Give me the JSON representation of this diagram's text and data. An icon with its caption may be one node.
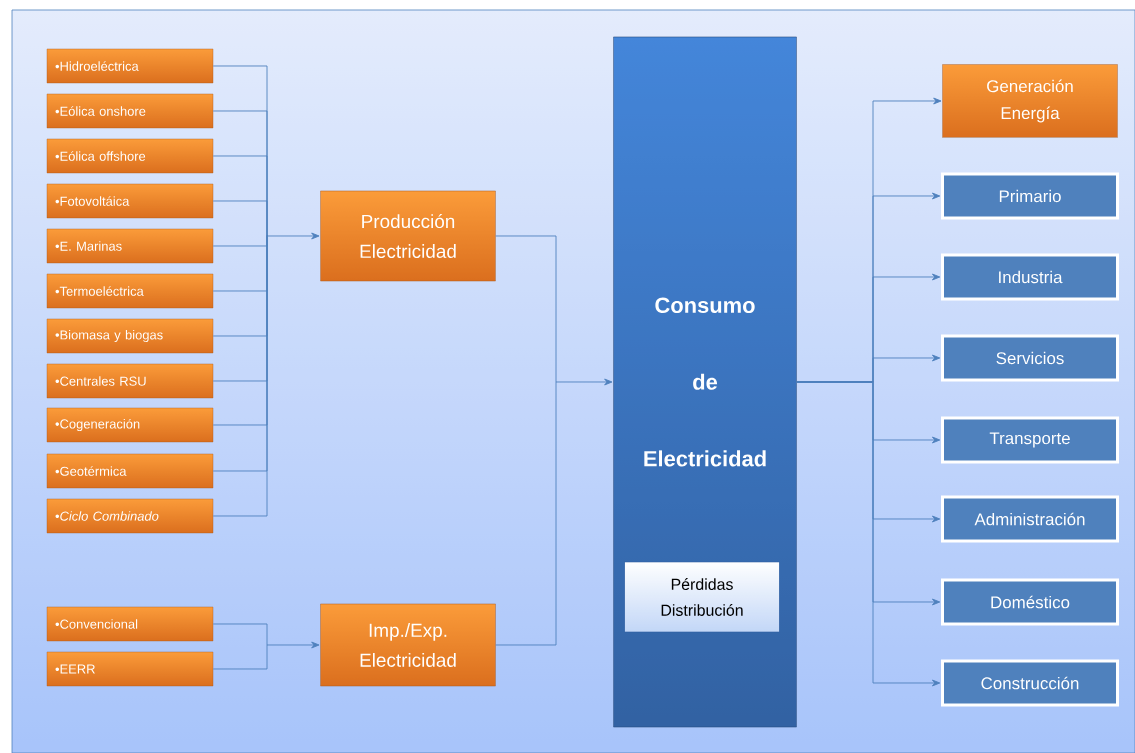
{
  "diagram": {
    "nodes": [
      {
        "text": [
          "•Hidroeléctrica"
        ]
      },
      {
        "text": [
          "•Eólica onshore"
        ]
      },
      {
        "text": [
          "•Eólica offshore"
        ]
      },
      {
        "text": [
          "•Fotovoltáica"
        ]
      },
      {
        "text": [
          "•E. Marinas"
        ]
      },
      {
        "text": [
          "•Termoeléctrica"
        ]
      },
      {
        "text": [
          "•Biomasa y biogas"
        ]
      },
      {
        "text": [
          "•Centrales RSU"
        ]
      },
      {
        "text": [
          "•Cogeneración"
        ]
      },
      {
        "text": [
          "•Geotérmica"
        ]
      },
      {
        "text": [
          "•*Ciclo Combinado*"
        ]
      },
      {
        "text": [
          "•Convencional"
        ]
      },
      {
        "text": [
          "•EERR"
        ]
      },
      {
        "text": [
          "Producción Electricidad"
        ]
      },
      {
        "text": [
          "Imp./Exp. Electricidad"
        ]
      },
      {
        "text": [
          "Consumo de Electricidad"
        ]
      },
      {
        "text": [
          "Pérdidas Distribución"
        ],
        "in": 15
      },
      {
        "text": [
          "Generación Energía"
        ]
      },
      {
        "text": [
          "Primario"
        ]
      },
      {
        "text": [
          "Industria"
        ]
      },
      {
        "text": [
          "Servicios"
        ]
      },
      {
        "text": [
          "Transporte"
        ]
      },
      {
        "text": [
          "Administración"
        ]
      },
      {
        "text": [
          "Doméstico"
        ]
      },
      {
        "text": [
          "Construcción"
        ]
      }
    ],
    "edges": [
      {
        "from": 0,
        "to": 13,
        "arrow": "to"
      },
      {
        "from": 1,
        "to": 13,
        "arrow": "to"
      },
      {
        "from": 2,
        "to": 13,
        "arrow": "to"
      },
      {
        "from": 3,
        "to": 13,
        "arrow": "to"
      },
      {
        "from": 4,
        "to": 13,
        "arrow": "to"
      },
      {
        "from": 5,
        "to": 13,
        "arrow": "to"
      },
      {
        "from": 6,
        "to": 13,
        "arrow": "to"
      },
      {
        "from": 7,
        "to": 13,
        "arrow": "to"
      },
      {
        "from": 8,
        "to": 13,
        "arrow": "to"
      },
      {
        "from": 9,
        "to": 13,
        "arrow": "to"
      },
      {
        "from": 10,
        "to": 13,
        "arrow": "to"
      },
      {
        "from": 11,
        "to": 14,
        "arrow": "to"
      },
      {
        "from": 12,
        "to": 14,
        "arrow": "to"
      },
      {
        "from": 13,
        "to": 15,
        "arrow": "to"
      },
      {
        "from": 14,
        "to": 15,
        "arrow": "to"
      },
      {
        "from": 15,
        "to": 17,
        "arrow": "to"
      },
      {
        "from": 15,
        "to": 18,
        "arrow": "to"
      },
      {
        "from": 15,
        "to": 19,
        "arrow": "to"
      },
      {
        "from": 15,
        "to": 20,
        "arrow": "to"
      },
      {
        "from": 15,
        "to": 21,
        "arrow": "to"
      },
      {
        "from": 15,
        "to": 22,
        "arrow": "to"
      },
      {
        "from": 15,
        "to": 23,
        "arrow": "to"
      },
      {
        "from": 15,
        "to": 24,
        "arrow": "to"
      }
    ]
  }
}
